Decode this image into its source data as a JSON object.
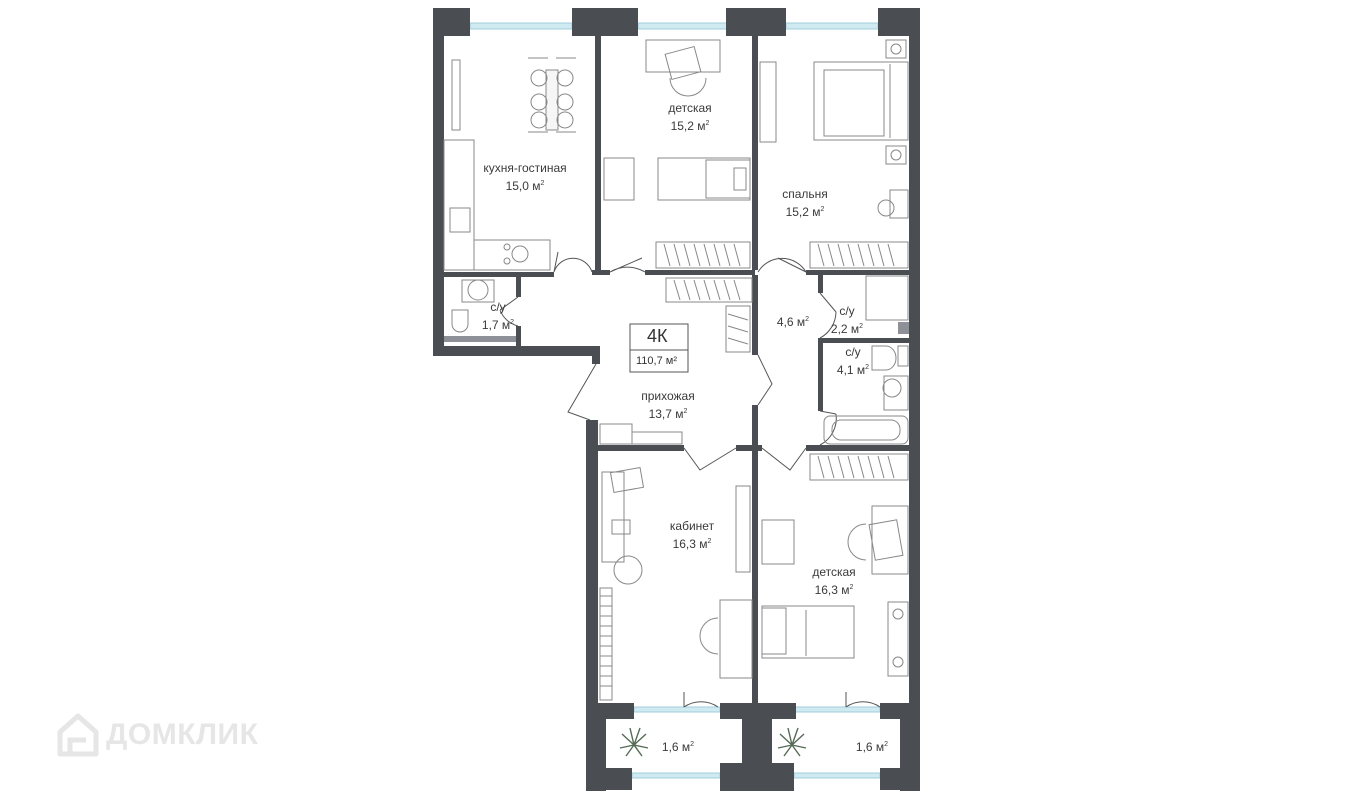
{
  "plan": {
    "type_label": "4К",
    "total_area": "110,7 м²"
  },
  "rooms": {
    "kitchen": {
      "name": "кухня-гостиная",
      "area": "15,0 м"
    },
    "child1": {
      "name": "детская",
      "area": "15,2 м"
    },
    "bedroom": {
      "name": "спальня",
      "area": "15,2 м"
    },
    "bath1": {
      "name": "с/у",
      "area": "1,7 м"
    },
    "corridor": {
      "name": "",
      "area": "4,6 м"
    },
    "bath2": {
      "name": "с/у",
      "area": "2,2 м"
    },
    "bath3": {
      "name": "с/у",
      "area": "4,1 м"
    },
    "hall": {
      "name": "прихожая",
      "area": "13,7 м"
    },
    "office": {
      "name": "кабинет",
      "area": "16,3 м"
    },
    "child2": {
      "name": "детская",
      "area": "16,3 м"
    },
    "balcony1": {
      "name": "",
      "area": "1,6 м"
    },
    "balcony2": {
      "name": "",
      "area": "1,6 м"
    }
  },
  "unit_suffix": "2",
  "watermark": {
    "text": "ДОМКЛИК",
    "icon": "house-logo-icon"
  },
  "colors": {
    "wall": "#4a4d52",
    "furniture": "#8a8a8a",
    "window": "#bfe3ea",
    "watermark": "#e6e6e6"
  }
}
